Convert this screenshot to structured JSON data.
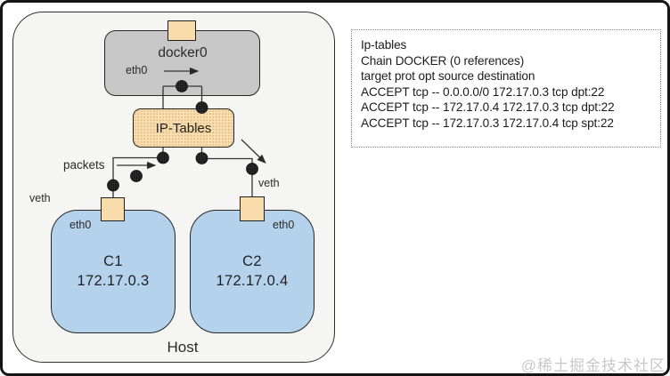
{
  "colors": {
    "frame_stroke": "#141414",
    "host_fill": "#f5f5f3",
    "bridge_fill": "#c7c7c7",
    "iptables_fill": "#f9ddae",
    "port_fill": "#f8dcab",
    "container_fill": "#b4d2ec",
    "watermark_gray": "#c8c8c8"
  },
  "diagram": {
    "host_label": "Host",
    "bridge": {
      "label": "docker0",
      "interface_label": "eth0"
    },
    "iptables_label": "IP-Tables",
    "packets_label": "packets",
    "veth_left_label": "veth",
    "veth_right_label": "veth",
    "containers": [
      {
        "name": "C1",
        "ip": "172.17.0.3",
        "interface_label": "eth0"
      },
      {
        "name": "C2",
        "ip": "172.17.0.4",
        "interface_label": "eth0"
      }
    ]
  },
  "rules_panel": {
    "lines": [
      "Ip-tables",
      "Chain DOCKER (0 references)",
      "target prot opt source destination",
      "ACCEPT tcp -- 0.0.0.0/0 172.17.0.3 tcp dpt:22",
      "ACCEPT tcp -- 172.17.0.4 172.17.0.3 tcp dpt:22",
      "ACCEPT tcp -- 172.17.0.3 172.17.0.4 tcp spt:22"
    ]
  },
  "watermark": "@稀土掘金技术社区"
}
